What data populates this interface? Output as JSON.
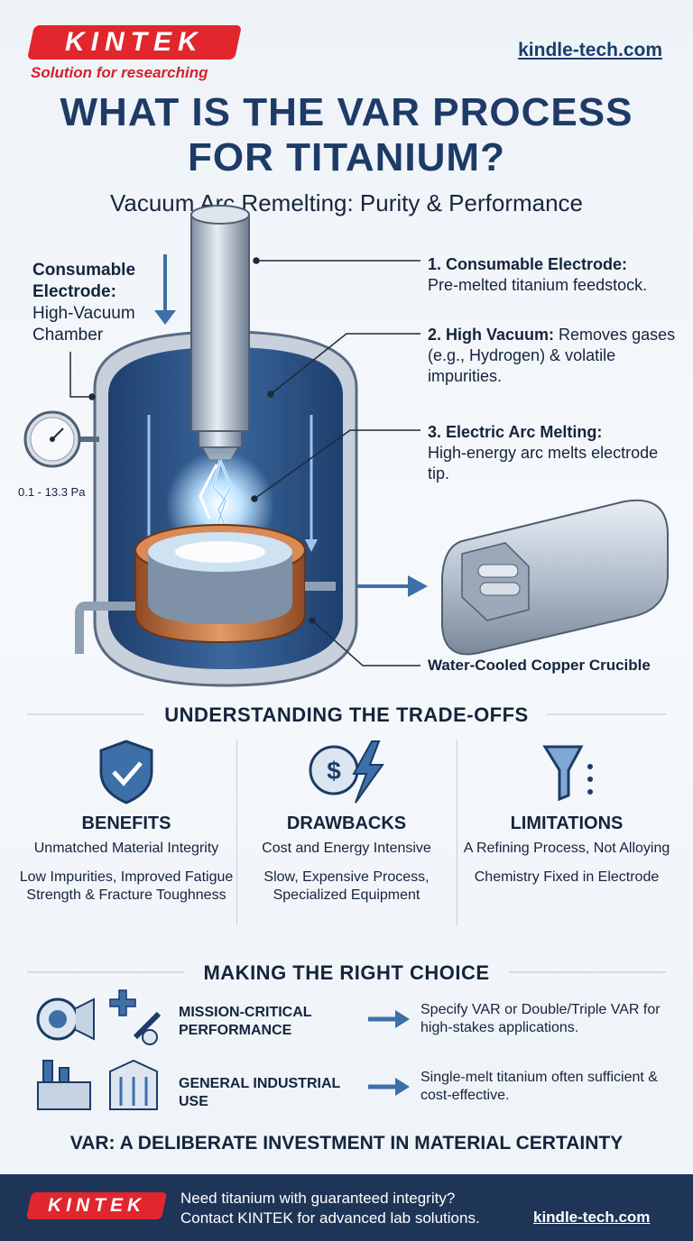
{
  "header": {
    "logo": "KINTEK",
    "tagline": "Solution for researching",
    "site": "kindle-tech.com",
    "title_line1": "WHAT IS THE VAR PROCESS",
    "title_line2": "FOR TITANIUM?",
    "subtitle": "Vacuum Arc Remelting: Purity & Performance"
  },
  "diagram": {
    "electrode_label_line1": "Consumable",
    "electrode_label_line2": "Electrode:",
    "chamber_label_line1": "High-Vacuum",
    "chamber_label_line2": "Chamber",
    "pressure": "0.1 - 13.3 Pa",
    "steps": [
      {
        "title": "1. Consumable Electrode:",
        "text": "Pre-melted titanium feedstock."
      },
      {
        "title": "2. High Vacuum:",
        "text": "Removes gases (e.g., Hydrogen) & volatile impurities."
      },
      {
        "title": "3. Electric Arc Melting:",
        "text": "High-energy arc melts electrode tip."
      }
    ],
    "crucible": "Water-Cooled Copper Crucible"
  },
  "tradeoffs": {
    "title": "UNDERSTANDING THE TRADE-OFFS",
    "columns": [
      {
        "icon": "shield-check-icon",
        "heading": "BENEFITS",
        "line1": "Unmatched Material Integrity",
        "line2": "Low Impurities, Improved Fatigue Strength & Fracture Toughness"
      },
      {
        "icon": "dollar-lightning-icon",
        "heading": "DRAWBACKS",
        "line1": "Cost and Energy Intensive",
        "line2": "Slow, Expensive Process, Specialized Equipment"
      },
      {
        "icon": "funnel-icon",
        "heading": "LIMITATIONS",
        "line1": "A Refining Process, Not Alloying",
        "line2": "Chemistry Fixed in Electrode"
      }
    ]
  },
  "choice": {
    "title": "MAKING THE RIGHT CHOICE",
    "rows": [
      {
        "label_line1": "MISSION-CRITICAL",
        "label_line2": "PERFORMANCE",
        "text": "Specify VAR or Double/Triple VAR for high-stakes applications."
      },
      {
        "label_line1": "GENERAL INDUSTRIAL",
        "label_line2": "USE",
        "text": "Single-melt titanium often sufficient & cost-effective."
      }
    ]
  },
  "closing": "VAR: A DELIBERATE INVESTMENT IN MATERIAL CERTAINTY",
  "footer": {
    "logo": "KINTEK",
    "line1": "Need titanium with guaranteed integrity?",
    "line2": "Contact KINTEK for advanced lab solutions.",
    "site": "kindle-tech.com"
  },
  "colors": {
    "brand_red": "#e1262d",
    "navy": "#1d3b66",
    "footer_bg": "#1e3557",
    "copper": "#c8733f"
  }
}
